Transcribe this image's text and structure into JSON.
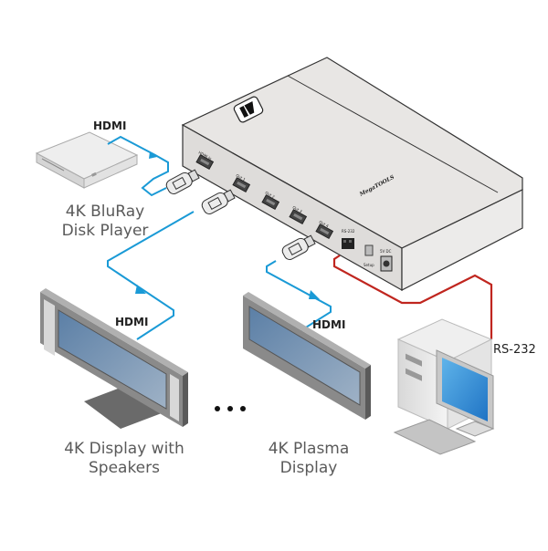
{
  "diagram": {
    "title": "HDMI Distribution Amplifier Connection Diagram",
    "colors": {
      "hdmi_cable": "#1a9ad6",
      "rs232_cable": "#c0261f",
      "device_body": "#e6e4e2",
      "device_outline": "#333333",
      "screen": "#6f8fb0",
      "label_text": "#5a5a5a"
    },
    "central_unit": {
      "brand_logo": "kramer-logo",
      "model_text": "MegaTOOLS",
      "ports": [
        {
          "label": "HDMI In",
          "type": "hdmi"
        },
        {
          "label": "Out 1",
          "type": "hdmi"
        },
        {
          "label": "Out 2",
          "type": "hdmi"
        },
        {
          "label": "Out 3",
          "type": "hdmi"
        },
        {
          "label": "Out 4",
          "type": "hdmi"
        },
        {
          "label": "RS-232",
          "type": "terminal-block"
        },
        {
          "label": "Setup",
          "type": "switch"
        },
        {
          "label": "5V DC",
          "type": "power"
        }
      ]
    },
    "devices": [
      {
        "id": "bluray",
        "label_line1": "4K BluRay",
        "label_line2": "Disk Player"
      },
      {
        "id": "display1",
        "label_line1": "4K Display with",
        "label_line2": "Speakers"
      },
      {
        "id": "display2",
        "label_line1": "4K Plasma",
        "label_line2": "Display"
      },
      {
        "id": "pc",
        "label_line1": "",
        "label_line2": ""
      }
    ],
    "cables": [
      {
        "from": "bluray",
        "to": "HDMI In",
        "label": "HDMI"
      },
      {
        "from": "Out 1",
        "to": "display1",
        "label": "HDMI"
      },
      {
        "from": "Out 4",
        "to": "display2",
        "label": "HDMI"
      },
      {
        "from": "RS-232",
        "to": "pc",
        "label": "RS-232"
      }
    ],
    "ellipsis": "• • •"
  }
}
